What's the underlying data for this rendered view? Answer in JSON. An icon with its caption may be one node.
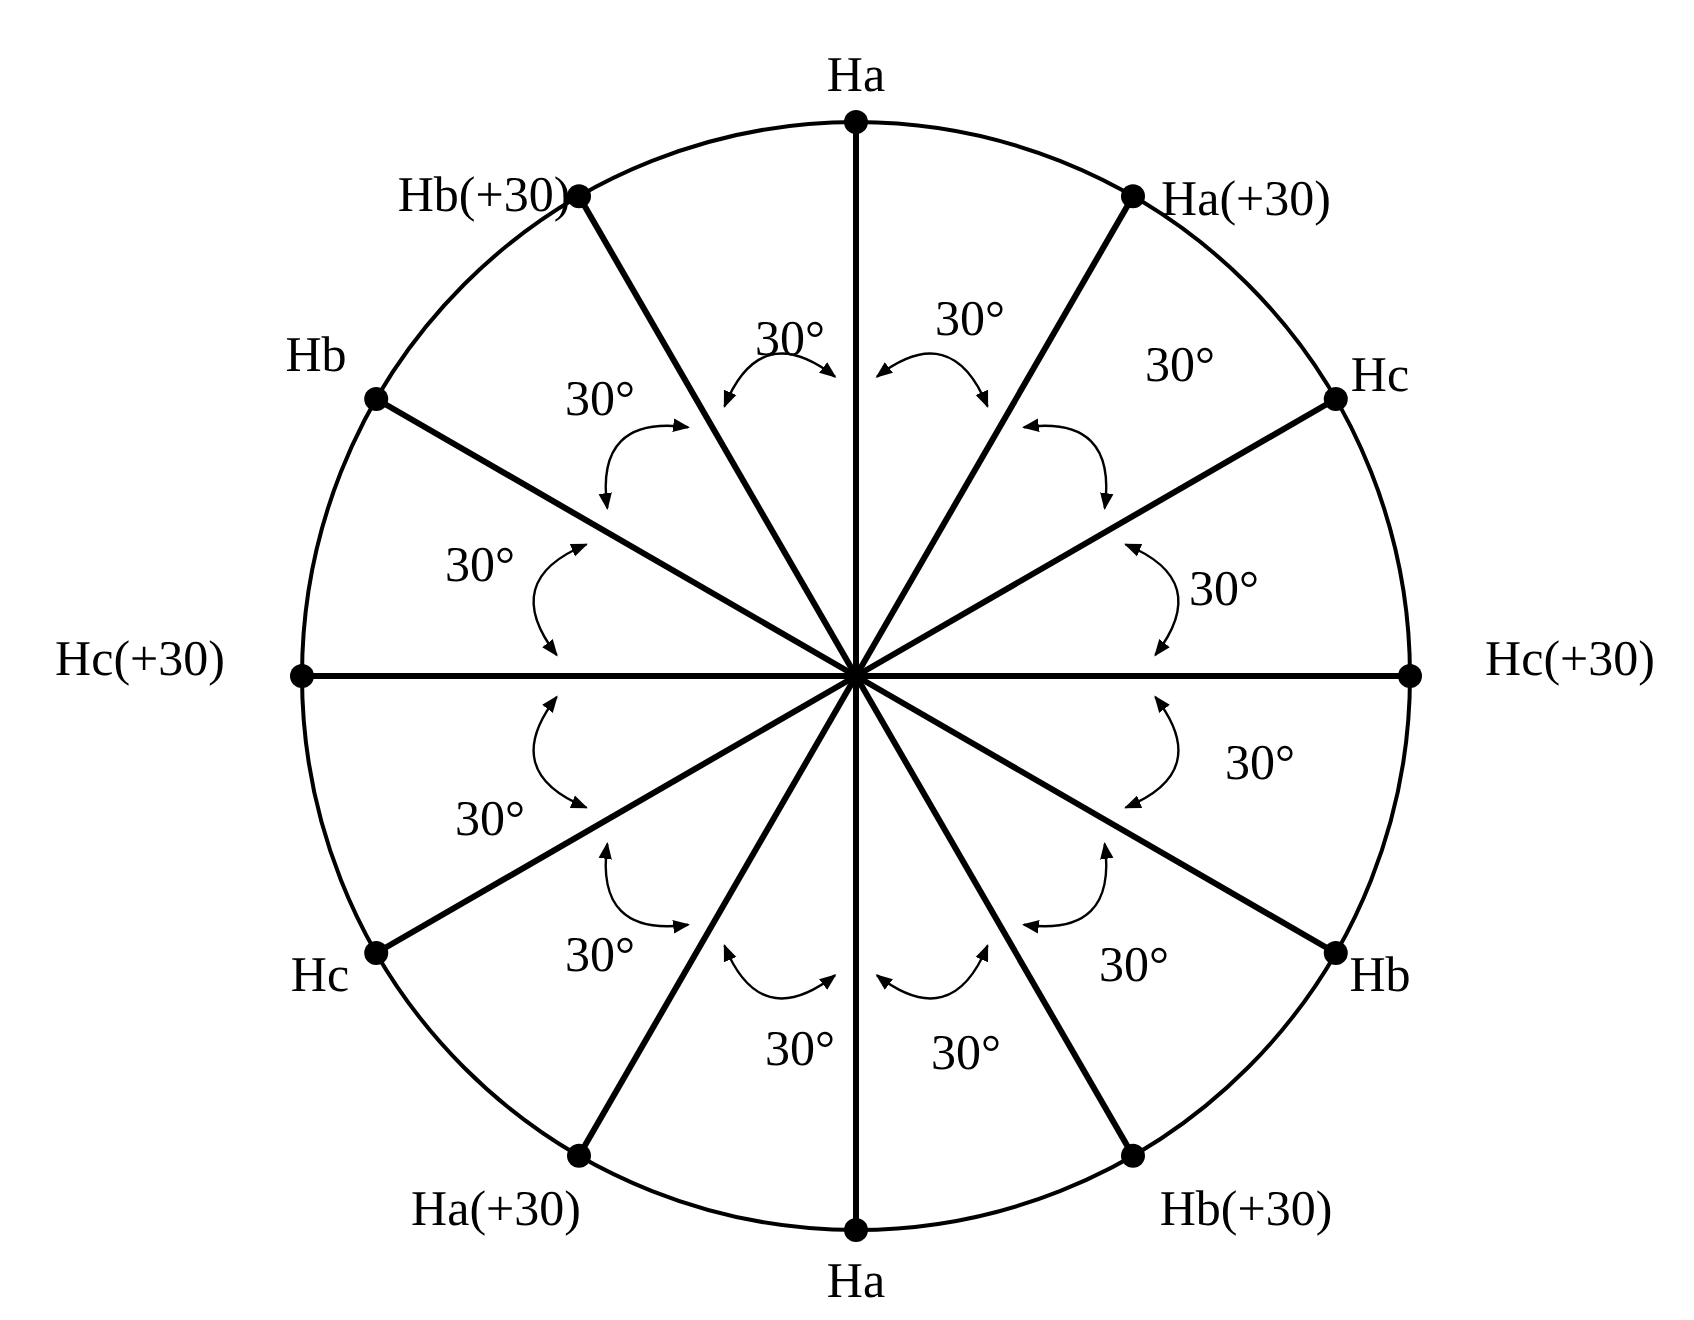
{
  "diagram": {
    "labels": [
      "Ha",
      "Hb(+30)",
      "Ha(+30)",
      "Hb",
      "Hc",
      "Hc(+30)",
      "Hc(+30)",
      "Hc",
      "Hb",
      "Ha(+30)",
      "Hb(+30)",
      "Ha",
      "30°",
      "30°",
      "30°",
      "30°",
      "30°",
      "30°",
      "30°",
      "30°",
      "30°",
      "30°",
      "30°",
      "30°"
    ]
  }
}
